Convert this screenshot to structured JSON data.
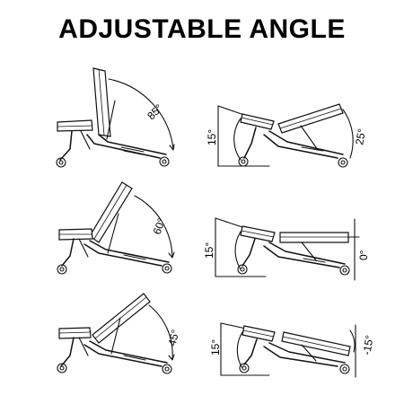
{
  "title": "ADJUSTABLE ANGLE",
  "panels": [
    {
      "back_angle": "85°"
    },
    {
      "seat_angle": "15°",
      "back_angle": "25°"
    },
    {
      "back_angle": "60°"
    },
    {
      "seat_angle": "15°",
      "back_angle": "0°"
    },
    {
      "back_angle": "45°"
    },
    {
      "seat_angle": "15°",
      "back_angle": "-15°"
    }
  ]
}
